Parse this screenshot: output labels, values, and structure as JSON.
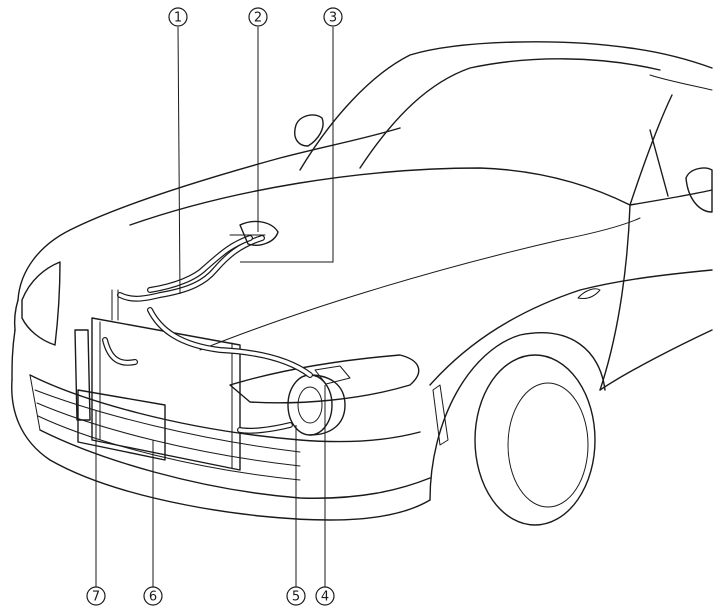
{
  "callouts": [
    {
      "id": "c1",
      "label": "1"
    },
    {
      "id": "c2",
      "label": "2"
    },
    {
      "id": "c3",
      "label": "3"
    },
    {
      "id": "c4",
      "label": "4"
    },
    {
      "id": "c5",
      "label": "5"
    },
    {
      "id": "c6",
      "label": "6"
    },
    {
      "id": "c7",
      "label": "7"
    }
  ],
  "colors": {
    "line": "#1a1a1a",
    "background": "#ffffff"
  }
}
